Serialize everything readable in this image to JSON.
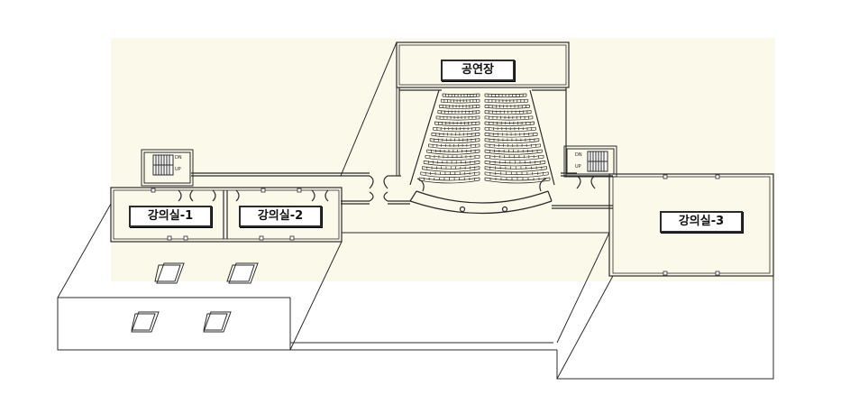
{
  "colors": {
    "background": "#fbf9ea",
    "line": "#2b2b2b"
  },
  "rooms": {
    "auditorium": "공연장",
    "lecture_1": "강의실-1",
    "lecture_2": "강의실-2",
    "lecture_3": "강의실-3"
  },
  "stairs": {
    "left": {
      "down": "DN",
      "up": "UP"
    },
    "right": {
      "down": "DN",
      "up": "UP"
    }
  }
}
